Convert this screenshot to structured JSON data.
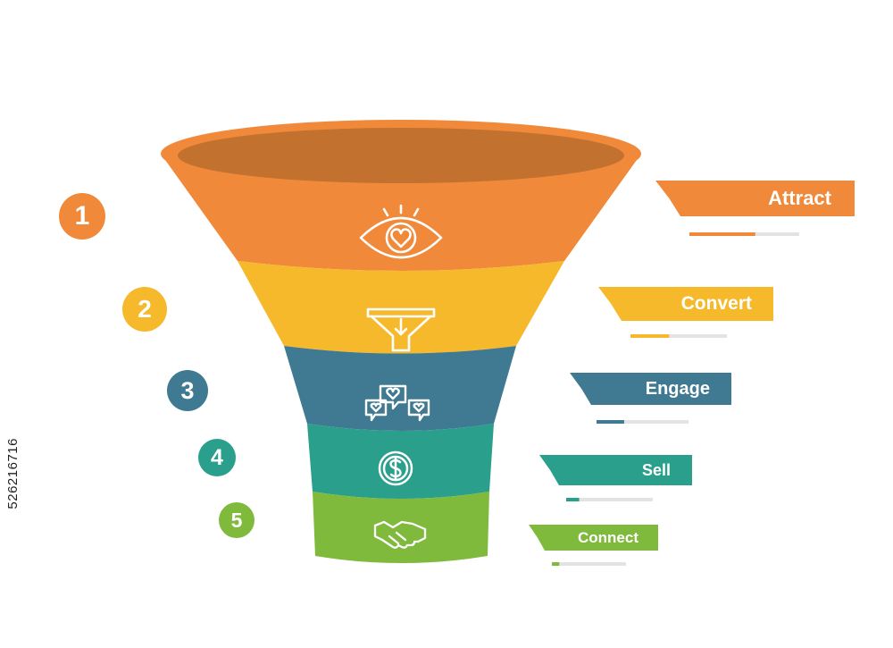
{
  "stages": [
    {
      "number": "1",
      "label": "Attract",
      "color": "#f08a3a",
      "icon": "eye-heart-icon",
      "progress": 0.6
    },
    {
      "number": "2",
      "label": "Convert",
      "color": "#f6b92b",
      "icon": "filter-icon",
      "progress": 0.4
    },
    {
      "number": "3",
      "label": "Engage",
      "color": "#407a92",
      "icon": "chat-bubbles-icon",
      "progress": 0.3
    },
    {
      "number": "4",
      "label": "Sell",
      "color": "#2a9f8c",
      "icon": "dollar-coin-icon",
      "progress": 0.15
    },
    {
      "number": "5",
      "label": "Connect",
      "color": "#80ba3c",
      "icon": "handshake-icon",
      "progress": 0.1
    }
  ],
  "watermark_id": "526216716",
  "colors": {
    "funnel_rim_inner": "#c2712f",
    "progress_track": "#e3e3e3"
  }
}
